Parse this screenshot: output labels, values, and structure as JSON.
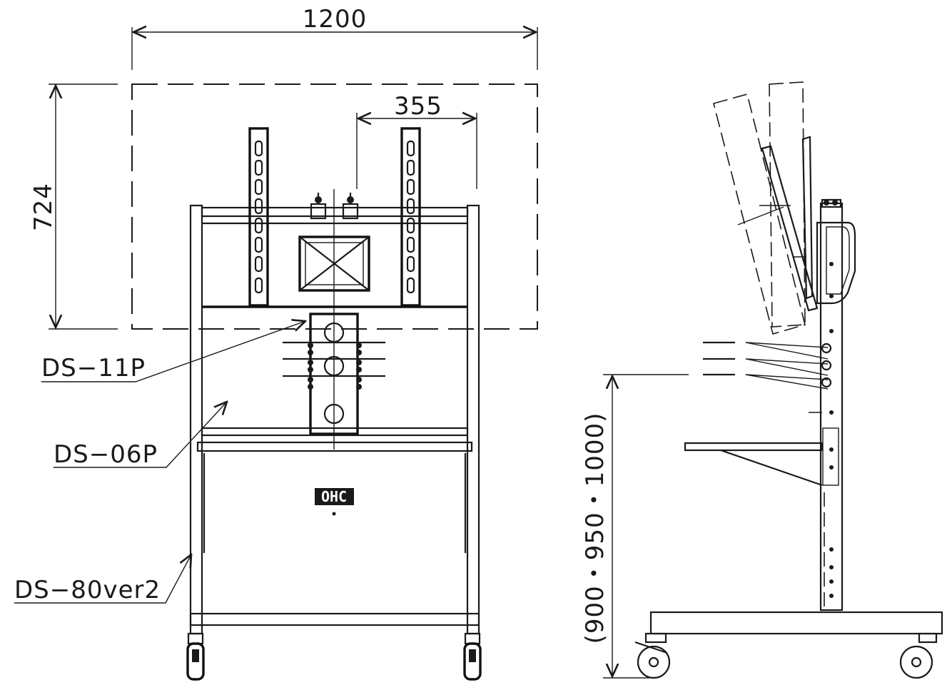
{
  "dimensions": {
    "width_label": "1200",
    "height_label": "724",
    "vesa_label": "355",
    "height_range_label": "(900・950・1000)"
  },
  "callouts": {
    "top_plate": "DS−11P",
    "shelf": "DS−06P",
    "stand": "DS−80ver2"
  },
  "logo_text": "OHC"
}
